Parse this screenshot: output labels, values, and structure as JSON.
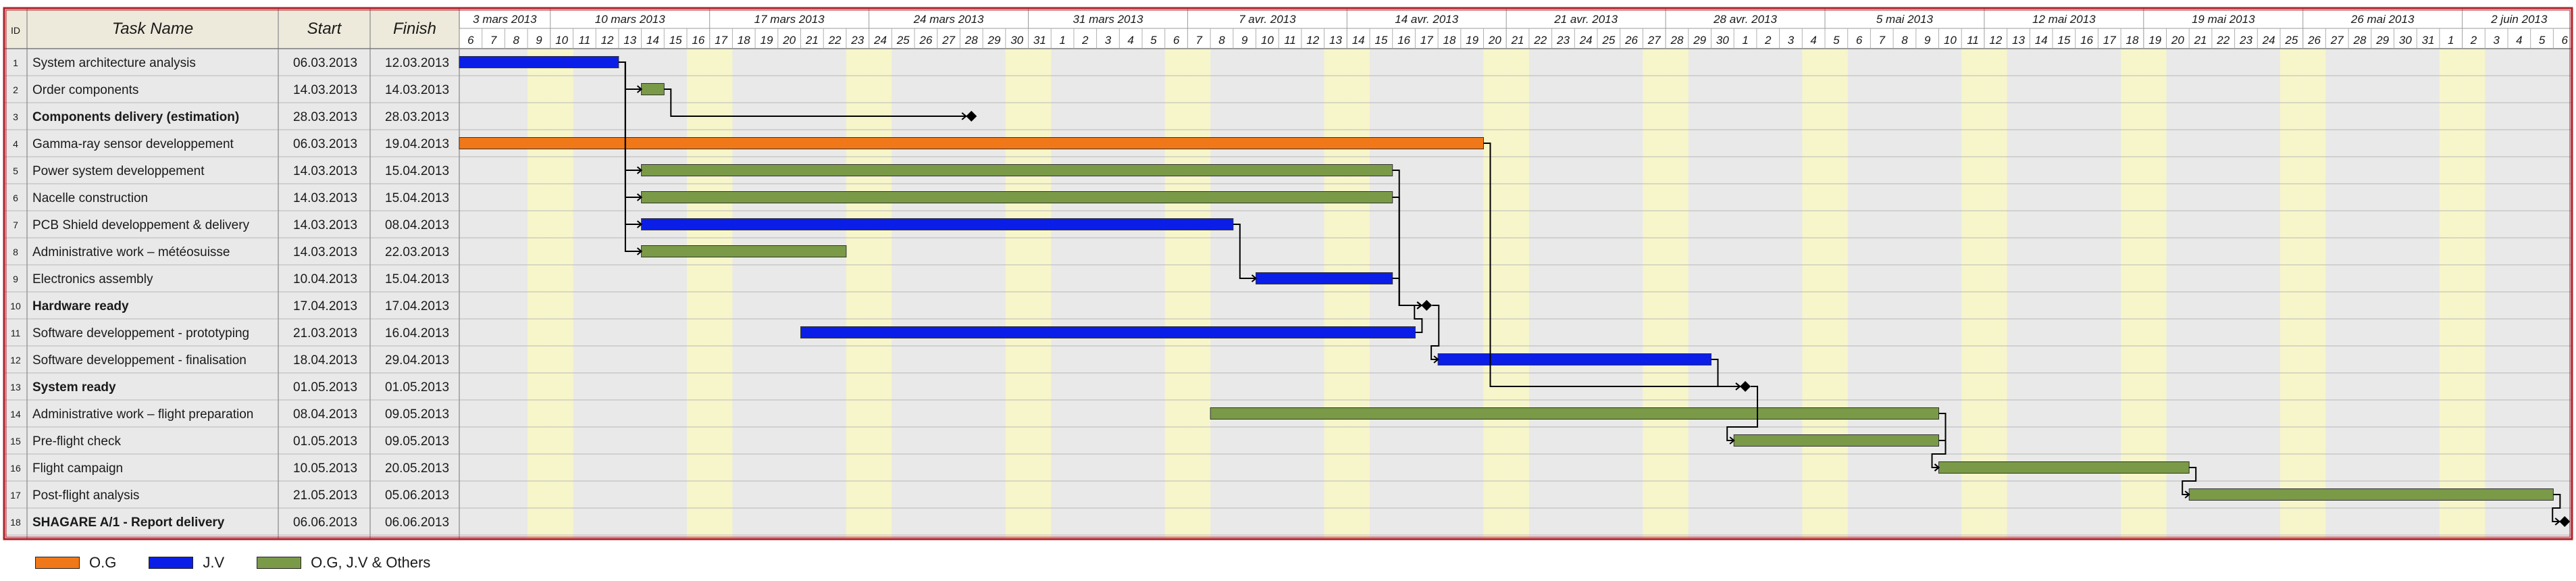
{
  "chart_data": {
    "type": "gantt",
    "columns": {
      "id": "ID",
      "task": "Task Name",
      "start": "Start",
      "finish": "Finish"
    },
    "timeline": {
      "start": "2013-03-06",
      "end": "2013-06-06",
      "weeks": [
        {
          "label": "3 mars 2013",
          "start": "2013-03-06",
          "days": [
            "6",
            "7",
            "8",
            "9"
          ]
        },
        {
          "label": "10 mars 2013",
          "start": "2013-03-10",
          "days": [
            "10",
            "11",
            "12",
            "13",
            "14",
            "15",
            "16"
          ]
        },
        {
          "label": "17 mars 2013",
          "start": "2013-03-17",
          "days": [
            "17",
            "18",
            "19",
            "20",
            "21",
            "22",
            "23"
          ]
        },
        {
          "label": "24 mars 2013",
          "start": "2013-03-24",
          "days": [
            "24",
            "25",
            "26",
            "27",
            "28",
            "29",
            "30"
          ]
        },
        {
          "label": "31 mars 2013",
          "start": "2013-03-31",
          "days": [
            "31",
            "1",
            "2",
            "3",
            "4",
            "5",
            "6"
          ]
        },
        {
          "label": "7 avr. 2013",
          "start": "2013-04-07",
          "days": [
            "7",
            "8",
            "9",
            "10",
            "11",
            "12",
            "13"
          ]
        },
        {
          "label": "14 avr. 2013",
          "start": "2013-04-14",
          "days": [
            "14",
            "15",
            "16",
            "17",
            "18",
            "19",
            "20"
          ]
        },
        {
          "label": "21 avr. 2013",
          "start": "2013-04-21",
          "days": [
            "21",
            "22",
            "23",
            "24",
            "25",
            "26",
            "27"
          ]
        },
        {
          "label": "28 avr. 2013",
          "start": "2013-04-28",
          "days": [
            "28",
            "29",
            "30",
            "1",
            "2",
            "3",
            "4"
          ]
        },
        {
          "label": "5 mai 2013",
          "start": "2013-05-05",
          "days": [
            "5",
            "6",
            "7",
            "8",
            "9",
            "10",
            "11"
          ]
        },
        {
          "label": "12 mai 2013",
          "start": "2013-05-12",
          "days": [
            "12",
            "13",
            "14",
            "15",
            "16",
            "17",
            "18"
          ]
        },
        {
          "label": "19 mai 2013",
          "start": "2013-05-19",
          "days": [
            "19",
            "20",
            "21",
            "22",
            "23",
            "24",
            "25"
          ]
        },
        {
          "label": "26 mai 2013",
          "start": "2013-05-26",
          "days": [
            "26",
            "27",
            "28",
            "29",
            "30",
            "31",
            "1"
          ]
        },
        {
          "label": "2 juin 2013",
          "start": "2013-06-02",
          "days": [
            "2",
            "3",
            "4",
            "5",
            "6"
          ]
        }
      ],
      "weekend_shading": true
    },
    "tasks": [
      {
        "id": "1",
        "name": "System architecture analysis",
        "start_label": "06.03.2013",
        "finish_label": "12.03.2013",
        "start": "2013-03-06",
        "finish": "2013-03-12",
        "group": "J.V",
        "milestone": false,
        "bold": false
      },
      {
        "id": "2",
        "name": "Order components",
        "start_label": "14.03.2013",
        "finish_label": "14.03.2013",
        "start": "2013-03-14",
        "finish": "2013-03-14",
        "group": "O.G, J.V & Others",
        "milestone": false,
        "bold": false
      },
      {
        "id": "3",
        "name": "Components delivery (estimation)",
        "start_label": "28.03.2013",
        "finish_label": "28.03.2013",
        "start": "2013-03-28",
        "finish": "2013-03-28",
        "group": null,
        "milestone": true,
        "bold": true
      },
      {
        "id": "4",
        "name": "Gamma-ray sensor developpement",
        "start_label": "06.03.2013",
        "finish_label": "19.04.2013",
        "start": "2013-03-06",
        "finish": "2013-04-19",
        "group": "O.G",
        "milestone": false,
        "bold": false
      },
      {
        "id": "5",
        "name": "Power system developpement",
        "start_label": "14.03.2013",
        "finish_label": "15.04.2013",
        "start": "2013-03-14",
        "finish": "2013-04-15",
        "group": "O.G, J.V & Others",
        "milestone": false,
        "bold": false
      },
      {
        "id": "6",
        "name": "Nacelle construction",
        "start_label": "14.03.2013",
        "finish_label": "15.04.2013",
        "start": "2013-03-14",
        "finish": "2013-04-15",
        "group": "O.G, J.V & Others",
        "milestone": false,
        "bold": false
      },
      {
        "id": "7",
        "name": "PCB Shield developpement & delivery",
        "start_label": "14.03.2013",
        "finish_label": "08.04.2013",
        "start": "2013-03-14",
        "finish": "2013-04-08",
        "group": "J.V",
        "milestone": false,
        "bold": false
      },
      {
        "id": "8",
        "name": "Administrative work – météosuisse",
        "start_label": "14.03.2013",
        "finish_label": "22.03.2013",
        "start": "2013-03-14",
        "finish": "2013-03-22",
        "group": "O.G, J.V & Others",
        "milestone": false,
        "bold": false
      },
      {
        "id": "9",
        "name": "Electronics assembly",
        "start_label": "10.04.2013",
        "finish_label": "15.04.2013",
        "start": "2013-04-10",
        "finish": "2013-04-15",
        "group": "J.V",
        "milestone": false,
        "bold": false
      },
      {
        "id": "10",
        "name": "Hardware ready",
        "start_label": "17.04.2013",
        "finish_label": "17.04.2013",
        "start": "2013-04-17",
        "finish": "2013-04-17",
        "group": null,
        "milestone": true,
        "bold": true
      },
      {
        "id": "11",
        "name": "Software developpement - prototyping",
        "start_label": "21.03.2013",
        "finish_label": "16.04.2013",
        "start": "2013-03-21",
        "finish": "2013-04-16",
        "group": "J.V",
        "milestone": false,
        "bold": false
      },
      {
        "id": "12",
        "name": "Software developpement - finalisation",
        "start_label": "18.04.2013",
        "finish_label": "29.04.2013",
        "start": "2013-04-18",
        "finish": "2013-04-29",
        "group": "J.V",
        "milestone": false,
        "bold": false
      },
      {
        "id": "13",
        "name": "System ready",
        "start_label": "01.05.2013",
        "finish_label": "01.05.2013",
        "start": "2013-05-01",
        "finish": "2013-05-01",
        "group": null,
        "milestone": true,
        "bold": true
      },
      {
        "id": "14",
        "name": "Administrative work – flight preparation",
        "start_label": "08.04.2013",
        "finish_label": "09.05.2013",
        "start": "2013-04-08",
        "finish": "2013-05-09",
        "group": "O.G, J.V & Others",
        "milestone": false,
        "bold": false
      },
      {
        "id": "15",
        "name": "Pre-flight check",
        "start_label": "01.05.2013",
        "finish_label": "09.05.2013",
        "start": "2013-05-01",
        "finish": "2013-05-09",
        "group": "O.G, J.V & Others",
        "milestone": false,
        "bold": false
      },
      {
        "id": "16",
        "name": "Flight campaign",
        "start_label": "10.05.2013",
        "finish_label": "20.05.2013",
        "start": "2013-05-10",
        "finish": "2013-05-20",
        "group": "O.G, J.V & Others",
        "milestone": false,
        "bold": false
      },
      {
        "id": "17",
        "name": "Post-flight analysis",
        "start_label": "21.05.2013",
        "finish_label": "05.06.2013",
        "start": "2013-05-21",
        "finish": "2013-06-05",
        "group": "O.G, J.V & Others",
        "milestone": false,
        "bold": false
      },
      {
        "id": "18",
        "name": "SHAGARE A/1 - Report delivery",
        "start_label": "06.06.2013",
        "finish_label": "06.06.2013",
        "start": "2013-06-06",
        "finish": "2013-06-06",
        "group": null,
        "milestone": true,
        "bold": true
      }
    ],
    "dependencies": [
      {
        "from": "1",
        "to": "2"
      },
      {
        "from": "1",
        "to": "5"
      },
      {
        "from": "1",
        "to": "6"
      },
      {
        "from": "1",
        "to": "7"
      },
      {
        "from": "1",
        "to": "8"
      },
      {
        "from": "2",
        "to": "3"
      },
      {
        "from": "7",
        "to": "9"
      },
      {
        "from": "5",
        "to": "10"
      },
      {
        "from": "6",
        "to": "10"
      },
      {
        "from": "9",
        "to": "10"
      },
      {
        "from": "11",
        "to": "10"
      },
      {
        "from": "10",
        "to": "12"
      },
      {
        "from": "4",
        "to": "13"
      },
      {
        "from": "12",
        "to": "13"
      },
      {
        "from": "13",
        "to": "15"
      },
      {
        "from": "14",
        "to": "16"
      },
      {
        "from": "15",
        "to": "16"
      },
      {
        "from": "16",
        "to": "17"
      },
      {
        "from": "17",
        "to": "18"
      }
    ],
    "legend": [
      {
        "name": "O.G",
        "color": "#f07818"
      },
      {
        "name": "J.V",
        "color": "#0a1ee8"
      },
      {
        "name": "O.G, J.V & Others",
        "color": "#7a9a48"
      }
    ],
    "colors": {
      "border": "#b21f2a",
      "header_bg": "#eeeadb",
      "row_bg": "#e9e9e9",
      "weekend": "#f7f6ca",
      "line": "#000000"
    }
  }
}
